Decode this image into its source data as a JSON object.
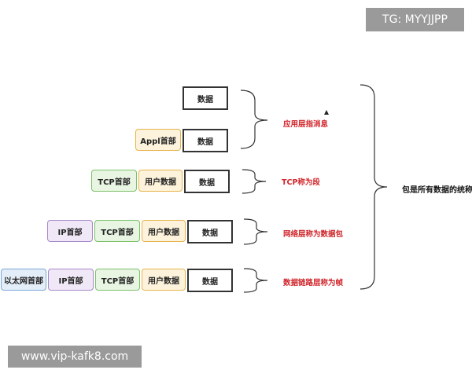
{
  "watermark_top": "TG: MYYJJPP",
  "watermark_bottom": "www.vip-kafk8.com",
  "layers": {
    "app": {
      "data": "数据",
      "label": "应用层指消息"
    },
    "app_hdr": {
      "header": "Appl首部",
      "data": "数据"
    },
    "transport": {
      "tcp": "TCP首部",
      "user": "用户数据",
      "data": "数据",
      "label": "TCP称为段"
    },
    "network": {
      "ip": "IP首部",
      "tcp": "TCP首部",
      "user": "用户数据",
      "data": "数据",
      "label": "网络层称为数据包"
    },
    "link": {
      "eth": "以太网首部",
      "ip": "IP首部",
      "tcp": "TCP首部",
      "user": "用户数据",
      "data": "数据",
      "label": "数据链路层称为帧"
    }
  },
  "summary": "包是所有数据的统称"
}
